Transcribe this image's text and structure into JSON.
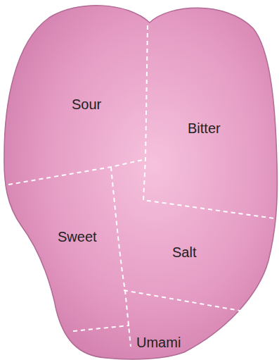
{
  "diagram": {
    "labels": [
      "Sour",
      "Bitter",
      "Sweet",
      "Salt",
      "Umami"
    ]
  }
}
